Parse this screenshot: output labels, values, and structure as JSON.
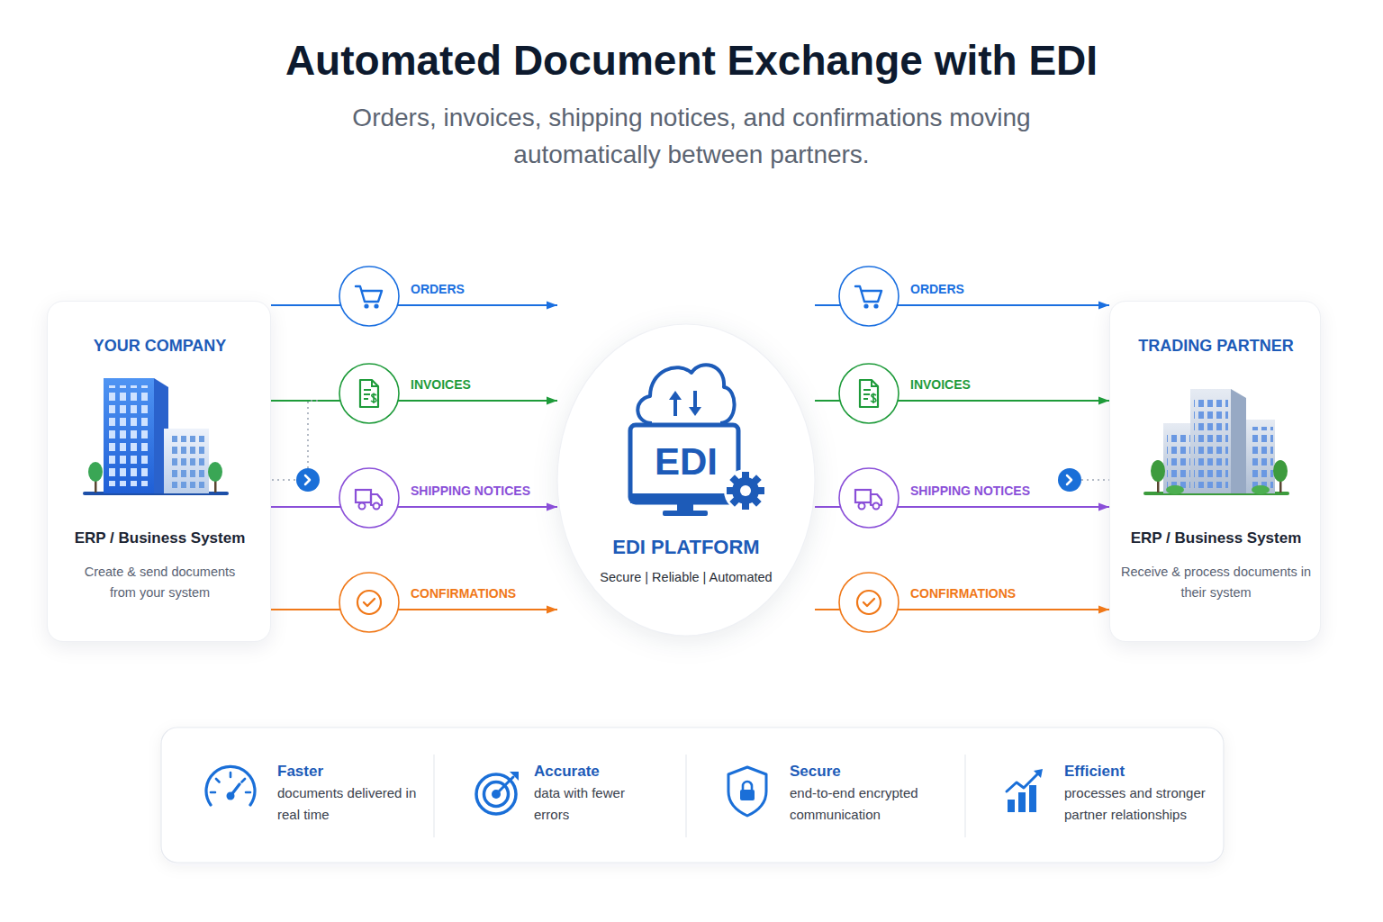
{
  "diagram": {
    "title": "Automated Document Exchange with EDI",
    "nodes": [
      {
        "text": [
          "YOUR COMPANY",
          "ERP / Business System",
          "Create & send documents from your system"
        ]
      },
      {
        "text": [
          "EDI",
          "EDI PLATFORM",
          "Secure | Reliable | Automated"
        ]
      },
      {
        "text": [
          "TRADING PARTNER",
          "ERP / Business System",
          "Receive & process documents in their system"
        ]
      }
    ],
    "edges": [
      {
        "from": 0,
        "to": 1,
        "label": "ORDERS",
        "arrow": "to"
      },
      {
        "from": 0,
        "to": 1,
        "label": "INVOICES",
        "arrow": "to"
      },
      {
        "from": 0,
        "to": 1,
        "label": "SHIPPING NOTICES",
        "arrow": "to"
      },
      {
        "from": 0,
        "to": 1,
        "label": "CONFIRMATIONS",
        "arrow": "to"
      },
      {
        "from": 1,
        "to": 2,
        "label": "ORDERS",
        "arrow": "to"
      },
      {
        "from": 1,
        "to": 2,
        "label": "INVOICES",
        "arrow": "to"
      },
      {
        "from": 1,
        "to": 2,
        "label": "SHIPPING NOTICES",
        "arrow": "to"
      },
      {
        "from": 1,
        "to": 2,
        "label": "CONFIRMATIONS",
        "arrow": "to"
      }
    ],
    "labels": [
      "Orders, invoices, shipping notices, and confirmations moving automatically between partners.",
      "Faster",
      "documents delivered in real time",
      "Accurate",
      "data with fewer errors",
      "Secure",
      "end-to-end encrypted communication",
      "Efficient",
      "processes and stronger partner relationships"
    ]
  }
}
